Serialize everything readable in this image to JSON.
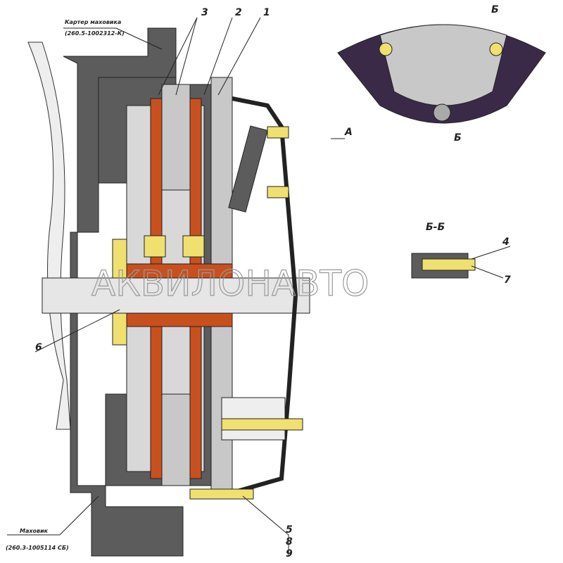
{
  "callouts": {
    "housing_name": "Картер маховика",
    "housing_code": "(260.5-1002312-К)",
    "flywheel_name": "Маховик",
    "flywheel_code": "(260.3-1005114 СБ)",
    "n1": "1",
    "n2": "2",
    "n3": "3",
    "n4": "4",
    "n5": "5",
    "n6": "6",
    "n7": "7",
    "n8": "8",
    "n9": "9"
  },
  "section": {
    "mark_top": "Б",
    "mark_bottom": "Б",
    "view_a": "А",
    "section_label": "Б-Б"
  },
  "watermark": "АКВИЛОНАВТО",
  "colors": {
    "dark": "#5c5c5c",
    "light": "#c8c8c8",
    "orange": "#c8501e",
    "yellow": "#f0e070",
    "purple": "#3a2a48"
  }
}
